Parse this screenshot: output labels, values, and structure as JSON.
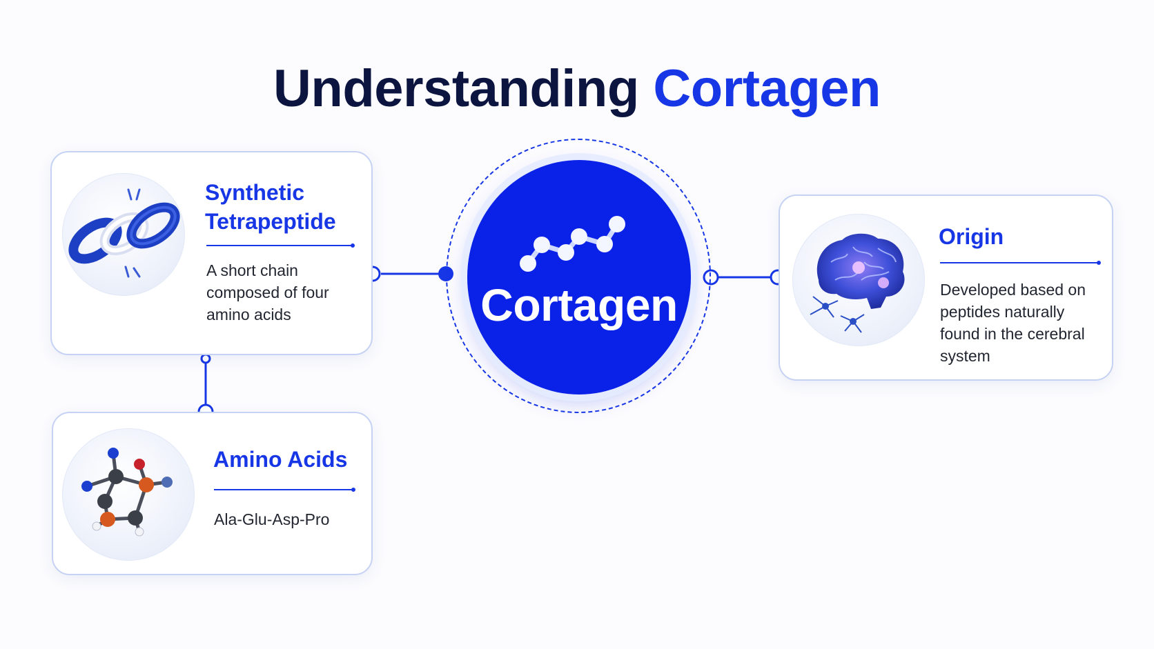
{
  "header": {
    "title_main": "Understanding",
    "title_accent": "Cortagen"
  },
  "hub": {
    "label": "Cortagen",
    "icon": "peptide-chain-icon"
  },
  "cards": {
    "synthetic": {
      "title": "Synthetic Tetrapeptide",
      "description": "A short chain composed of four amino acids",
      "icon": "chain-link-icon"
    },
    "amino": {
      "title": "Amino Acids",
      "description": "Ala-Glu-Asp-Pro",
      "icon": "molecule-icon"
    },
    "origin": {
      "title": "Origin",
      "description": "Developed based on peptides naturally found in the cerebral system",
      "icon": "brain-icon"
    }
  },
  "colors": {
    "accent": "#1736e6",
    "hub": "#0a22e8",
    "title": "#0c1540",
    "card_border": "#c5d2f3"
  }
}
